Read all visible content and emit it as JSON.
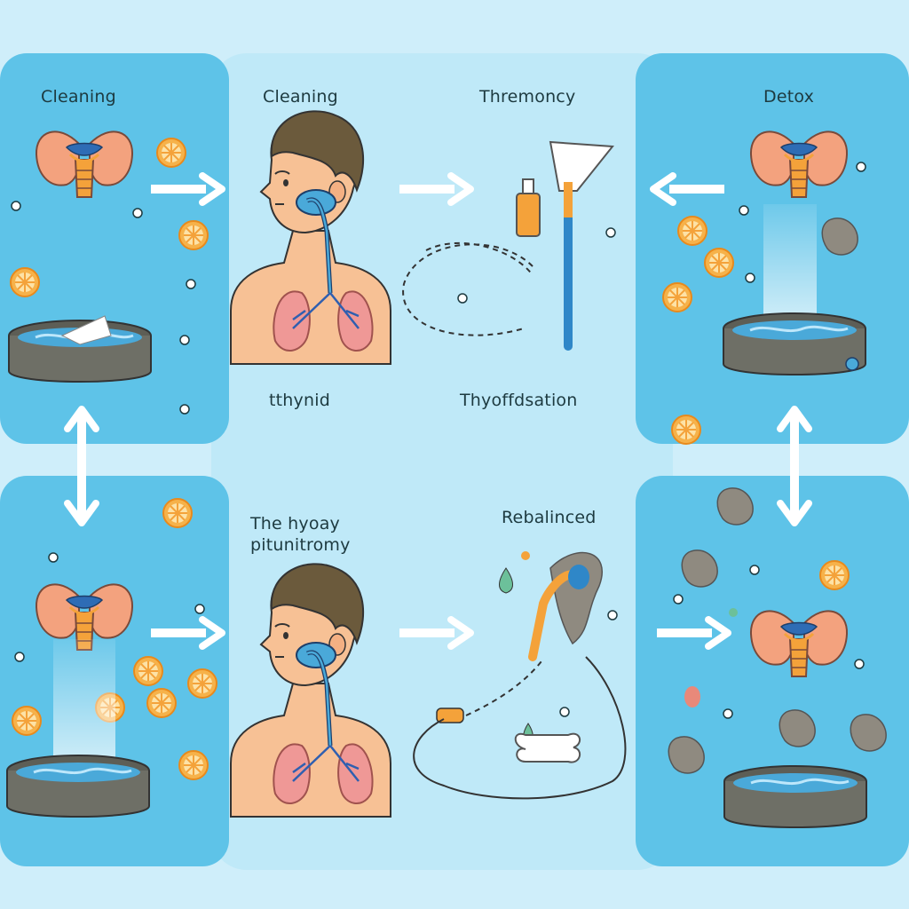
{
  "labels": {
    "cleaning_left": "Cleaning",
    "cleaning_center": "Cleaning",
    "thremoncy": "Thremoncy",
    "detox": "Detox",
    "tthynid": "tthynid",
    "thyoffdsation": "Thyoffdsation",
    "the_hyoay": "The hyoay\npitunitromy",
    "rebalinced": "Rebalinced"
  },
  "colors": {
    "background": "#cfeefa",
    "panel_blue": "#5ec3e8",
    "center_panel": "#bfe9f8",
    "skin": "#f7c195",
    "hair": "#6b5a3c",
    "thyroid": "#f3a27e",
    "pill_orange": "#f4a23a",
    "bowl_gray": "#6e6f66",
    "water_blue": "#4aa9d9",
    "lung_pink": "#ef9896",
    "brush_blue": "#2f87c8"
  },
  "icons": [
    "thyroid-icon",
    "orange-slice-icon",
    "water-bowl-icon",
    "arrow-icon",
    "person-profile-icon",
    "lungs-icon",
    "bottle-icon",
    "brush-icon",
    "bone-icon",
    "rock-icon",
    "cycle-arrows-icon"
  ]
}
